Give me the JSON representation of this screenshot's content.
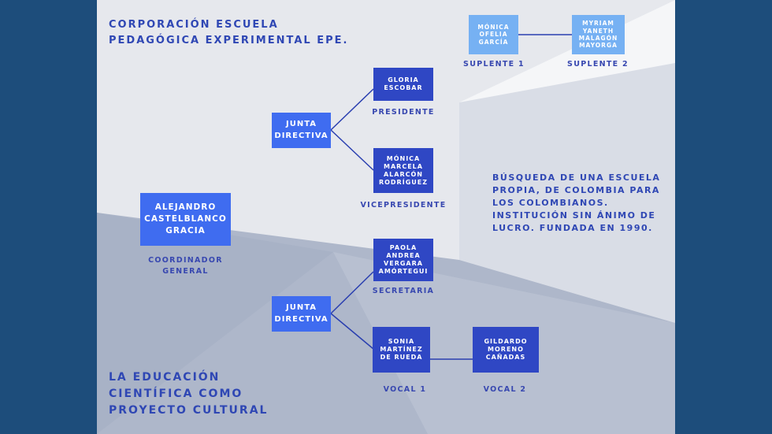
{
  "title": "CORPORACIÓN ESCUELA\nPEDAGÓGICA EXPERIMENTAL EPE.",
  "description": "BÚSQUEDA DE UNA ESCUELA\nPROPIA, DE COLOMBIA PARA\nLOS COLOMBIANOS.\nINSTITUCIÓN SIN ÁNIMO DE\nLUCRO. FUNDADA EN 1990.",
  "motto": "LA EDUCACIÓN\nCIENTÍFICA COMO\nPROYECTO CULTURAL",
  "coordinator": {
    "name": "ALEJANDRO\nCASTELBLANCO\nGRACIA",
    "role": "COORDINADOR\nGENERAL"
  },
  "junta_top": {
    "label": "JUNTA\nDIRECTIVA"
  },
  "junta_bottom": {
    "label": "JUNTA\nDIRECTIVA"
  },
  "president": {
    "name": "GLORIA\nESCOBAR",
    "role": "PRESIDENTE"
  },
  "vicepresident": {
    "name": "MÓNICA\nMARCELA\nALARCÓN\nRODRÍGUEZ",
    "role": "VICEPRESIDENTE"
  },
  "secretary": {
    "name": "PAOLA\nANDREA\nVERGARA\nAMÓRTEGUI",
    "role": "SECRETARIA"
  },
  "vocal1": {
    "name": "SONIA\nMARTÍNEZ\nDE RUEDA",
    "role": "VOCAL 1"
  },
  "vocal2": {
    "name": "GILDARDO\nMORENO\nCAÑADAS",
    "role": "VOCAL 2"
  },
  "suplente1": {
    "name": "MÓNICA\nOFELIA\nGARCÍA",
    "role": "SUPLENTE 1"
  },
  "suplente2": {
    "name": "MYRIAM\nYANETH\nMALAGÓN\nMAYORGA",
    "role": "SUPLENTE 2"
  },
  "colors": {
    "frame": "#1d4d7b",
    "box_dark": "#2f47c4",
    "box_mid": "#3f6cf0",
    "box_light": "#76b1f3",
    "text_accent": "#2f47b4",
    "connector": "#2a3fb0"
  }
}
